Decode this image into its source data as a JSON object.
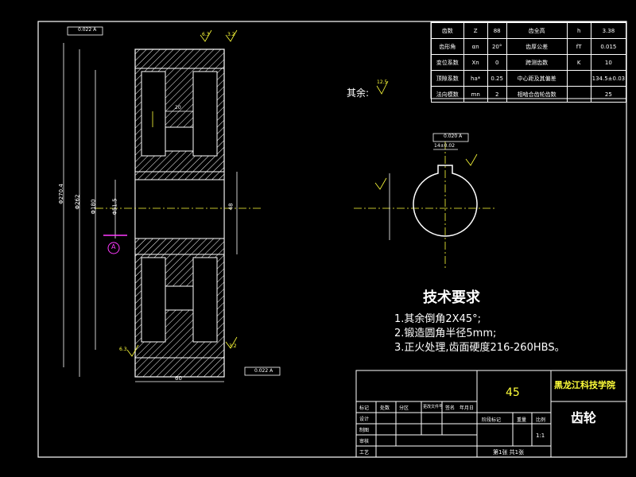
{
  "drawing": {
    "params_table": [
      {
        "label": "齿数",
        "sym": "Z",
        "val": "88",
        "label2": "齿全高",
        "sym2": "h",
        "val2": "3.38"
      },
      {
        "label": "齿形角",
        "sym": "αn",
        "val": "20°",
        "label2": "齿厚公差",
        "sym2": "fT",
        "val2": "0.015"
      },
      {
        "label": "变位系数",
        "sym": "Xn",
        "val": "0",
        "label2": "跨测齿数",
        "sym2": "K",
        "val2": "10"
      },
      {
        "label": "顶隙系数",
        "sym": "ha*",
        "val": "0.25",
        "label2": "中心距及其偏差",
        "sym2": "",
        "val2": "134.5±0.03"
      },
      {
        "label": "法向模数",
        "sym": "mn",
        "val": "2",
        "label2": "相啮合齿轮齿数",
        "sym2": "",
        "val2": "25"
      }
    ],
    "remaining_note": "其余:",
    "remaining_rough": "12.5",
    "tech_title": "技术要求",
    "tech_items": [
      "1.其余倒角2X45°;",
      "2.锻造圆角半径5mm;",
      "3.正火处理,齿面硬度216-260HBS。"
    ],
    "dim_width": "60",
    "dim_d1": "Φ270.4",
    "dim_d2": "Φ262",
    "dim_d3": "Φ180",
    "dim_d4": "Φ51.5",
    "dim_bore": "48",
    "dim_web": "20",
    "tol_top": "0.022 A",
    "tol_bottom": "0.022 A",
    "tol_keyway": "0.020 A",
    "keyway_dim": "14±0.02",
    "rough_1": "6.3",
    "rough_2": "3.2",
    "rough_3": "6.3",
    "rough_4": "3.2",
    "datum": "A",
    "title_block": {
      "material": "45",
      "school": "黑龙江科技学院",
      "part_name": "齿轮",
      "scale": "1:1",
      "sheet": "第1张 共1张",
      "row_labels": [
        "标记",
        "处数",
        "分区",
        "更改文件号",
        "签名",
        "年月日"
      ],
      "design": "设计",
      "check": "审核",
      "process": "工艺",
      "draw": "制图",
      "stage": "阶段标记",
      "weight": "重量",
      "ratio": "比例"
    }
  }
}
